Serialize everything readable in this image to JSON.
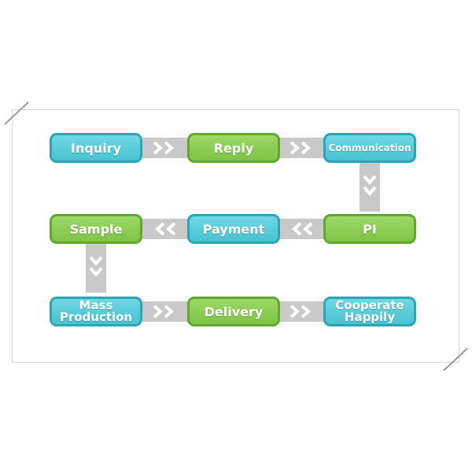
{
  "steps": {
    "inquiry": "Inquiry",
    "reply": "Reply",
    "communication": "Communication",
    "pi": "PI",
    "payment": "Payment",
    "sample": "Sample",
    "mass_production": "Mass Production",
    "delivery": "Delivery",
    "cooperate_happily": "Cooperate Happily"
  },
  "colors": {
    "blue_fill": "#58c9d7",
    "blue_border": "#2ea5b7",
    "green_fill": "#88c951",
    "green_border": "#62a82f",
    "connector": "#c9c9c9",
    "chevron": "#ffffff"
  },
  "icons": {
    "right_arrow": "double-chevron-right-icon",
    "left_arrow": "double-chevron-left-icon",
    "down_arrow": "double-chevron-down-icon"
  }
}
